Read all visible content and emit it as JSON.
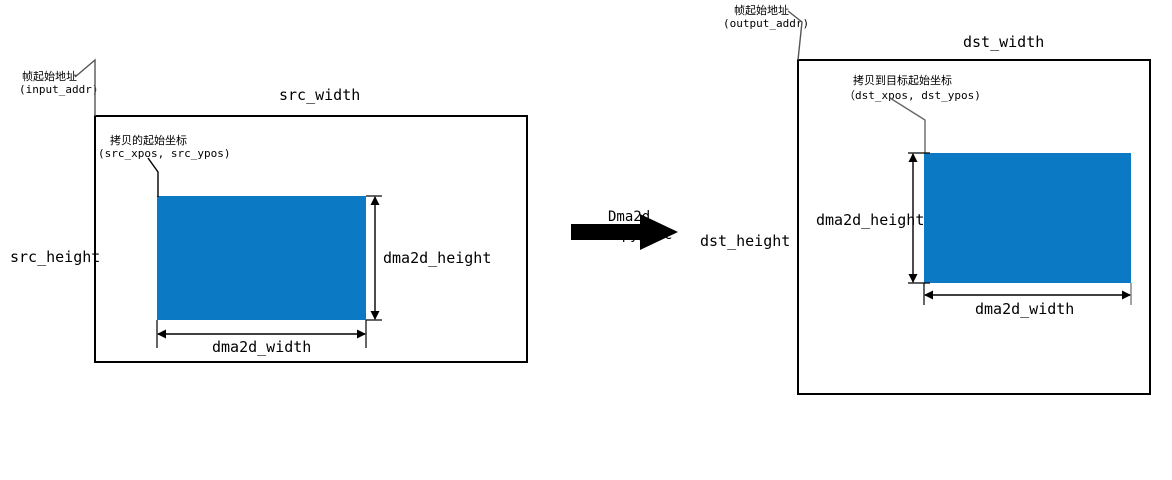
{
  "diagram": {
    "title_hidden": "",
    "accent_color": "#0b79c4",
    "line_color": "#000000",
    "source": {
      "frame_top_label": "src_width",
      "frame_left_label": "src_height",
      "addr_note_cn": "帧起始地址",
      "addr_note_var": "(input_addr)",
      "pos_note_cn": "拷贝的起始坐标",
      "pos_note_var": "(src_xpos, src_ypos)",
      "block_width_label": "dma2d_width",
      "block_height_label": "dma2d_height"
    },
    "transfer": {
      "op_line1": "Dma2d",
      "op_line2": "memcpy/pfc"
    },
    "dest": {
      "frame_top_label": "dst_width",
      "frame_left_label": "dst_height",
      "addr_note_cn": "帧起始地址",
      "addr_note_var": "(output_addr)",
      "pos_note_cn": "拷贝到目标起始坐标",
      "pos_note_var": "（dst_xpos, dst_ypos)",
      "block_width_label": "dma2d_width",
      "block_height_label": "dma2d_height"
    }
  }
}
